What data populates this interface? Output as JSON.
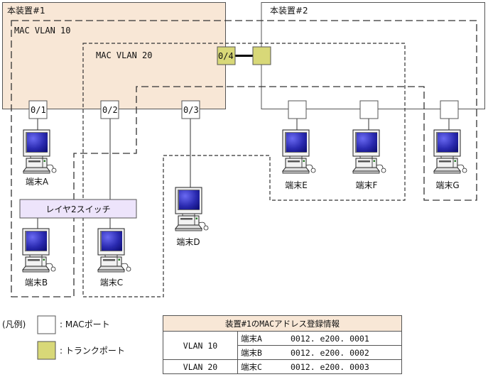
{
  "devices": {
    "device1_label": "本装置#1",
    "device2_label": "本装置#2"
  },
  "vlans": {
    "vlan10_label": "MAC VLAN 10",
    "vlan20_label": "MAC VLAN 20"
  },
  "ports": {
    "p01": "0/1",
    "p02": "0/2",
    "p03": "0/3",
    "p04": "0/4"
  },
  "switch_label": "レイヤ2スイッチ",
  "terminals": {
    "A": "端末A",
    "B": "端末B",
    "C": "端末C",
    "D": "端末D",
    "E": "端末E",
    "F": "端末F",
    "G": "端末G"
  },
  "legend": {
    "title": "(凡例)",
    "mac_port": ": MACポート",
    "trunk_port": ": トランクポート"
  },
  "table": {
    "title": "装置#1のMACアドレス登録情報",
    "rows": [
      {
        "vlan": "VLAN 10",
        "terminal": "端末A",
        "mac": "0012. e200. 0001"
      },
      {
        "vlan": "",
        "terminal": "端末B",
        "mac": "0012. e200. 0002"
      },
      {
        "vlan": "VLAN 20",
        "terminal": "端末C",
        "mac": "0012. e200. 0003"
      }
    ]
  },
  "colors": {
    "device1_fill": "#f8e7d6",
    "trunk_port_fill": "#d8d878",
    "switch_fill": "#ede4fb",
    "screen": "#2a2ab0"
  }
}
